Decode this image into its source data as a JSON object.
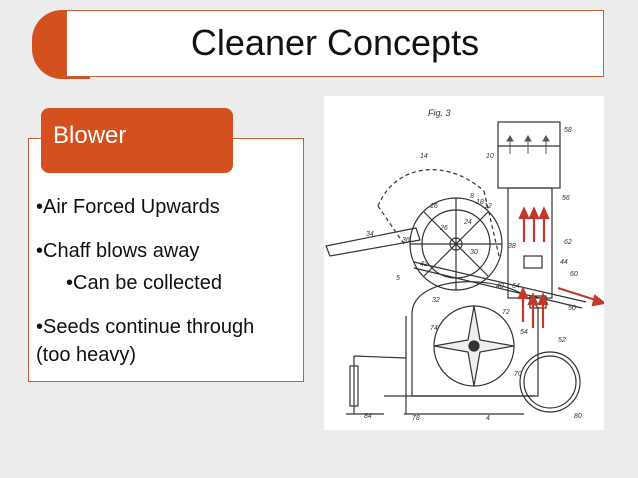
{
  "slide": {
    "title": "Cleaner Concepts",
    "section_label": "Blower",
    "bullets": {
      "b1": "•Air Forced Upwards",
      "b2": "•Chaff blows away",
      "b2_sub": "•Can be collected",
      "b3_line1": "•Seeds continue through",
      "b3_line2": "(too heavy)"
    }
  },
  "diagram": {
    "figure_label": "Fig. 3",
    "part_numbers": {
      "n58": "58",
      "n14": "14",
      "n10": "10",
      "n16": "16",
      "n8": "8",
      "n18": "18",
      "n12": "12",
      "n56": "56",
      "n34": "34",
      "n26": "26",
      "n24": "24",
      "n36": "36",
      "n30": "30",
      "n38": "38",
      "n62": "62",
      "n42": "42",
      "n44": "44",
      "n5": "5",
      "n60": "60",
      "n40": "40",
      "n64": "64",
      "n50": "50",
      "n32": "32",
      "n72": "72",
      "n74": "74",
      "n54": "54",
      "n52": "52",
      "n70": "70",
      "n84": "84",
      "n78": "78",
      "n4": "4",
      "n80": "80"
    }
  },
  "colors": {
    "accent": "#d4501f",
    "arrow": "#c0392b",
    "background": "#ececec"
  }
}
